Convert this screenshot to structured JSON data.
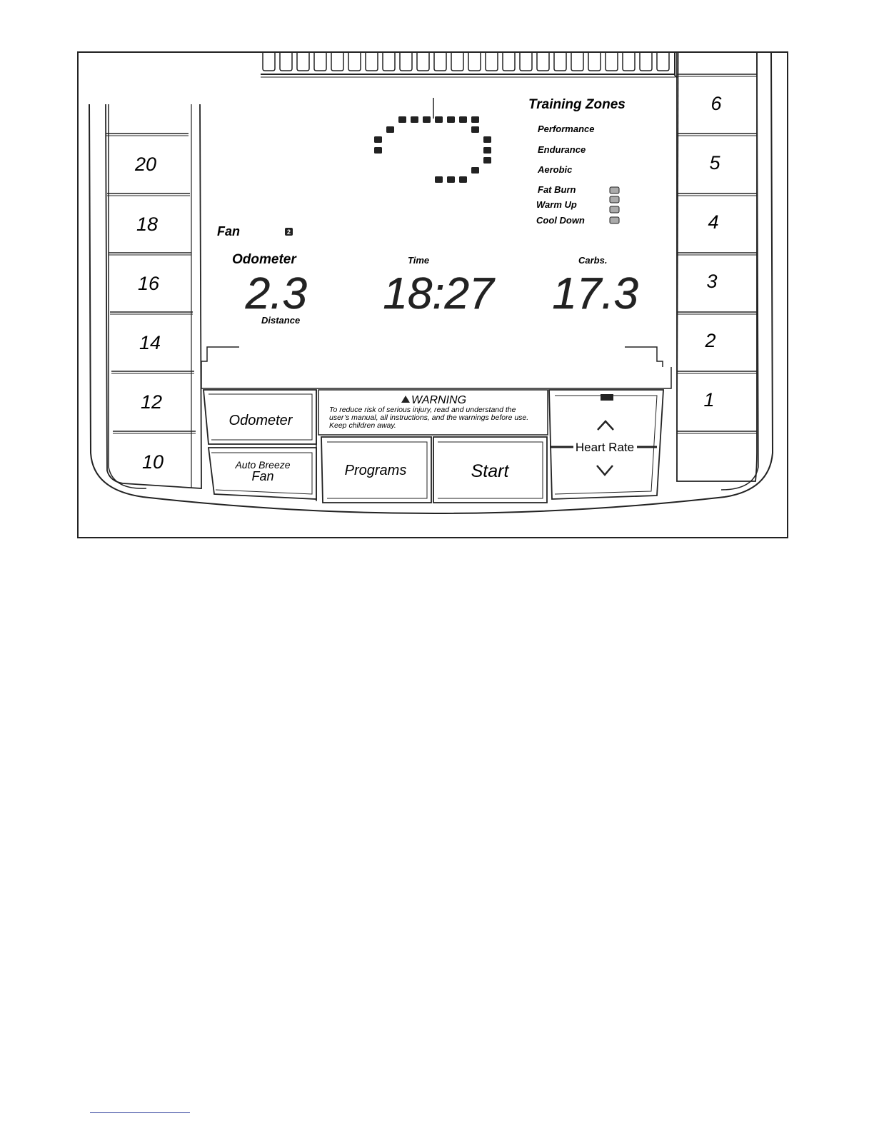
{
  "left_column": {
    "labels": [
      "20",
      "18",
      "16",
      "14",
      "12",
      "10"
    ]
  },
  "right_column": {
    "labels": [
      "6",
      "5",
      "4",
      "3",
      "2",
      "1"
    ]
  },
  "display": {
    "training_zones_title": "Training Zones",
    "zones": [
      "Performance",
      "Endurance",
      "Aerobic",
      "Fat Burn",
      "Warm Up",
      "Cool Down"
    ],
    "fan_label": "Fan",
    "fan_level": "2",
    "odometer_label": "Odometer",
    "distance_label": "Distance",
    "distance_value": "2.3",
    "time_label": "Time",
    "time_value": "18:27",
    "carbs_label": "Carbs.",
    "carbs_value": "17.3"
  },
  "buttons": {
    "odometer": "Odometer",
    "auto_breeze": "Auto Breeze",
    "fan": "Fan",
    "programs": "Programs",
    "start": "Start",
    "heart_rate": "Heart Rate"
  },
  "warning": {
    "title": "WARNING",
    "lines": [
      "To reduce risk of serious injury, read and understand the",
      "user’s manual, all instructions, and the warnings before use.",
      "Keep children away."
    ]
  },
  "colors": {
    "outline": "#222222",
    "led": "#222222",
    "zone_indicator": "#aaaaaa"
  }
}
